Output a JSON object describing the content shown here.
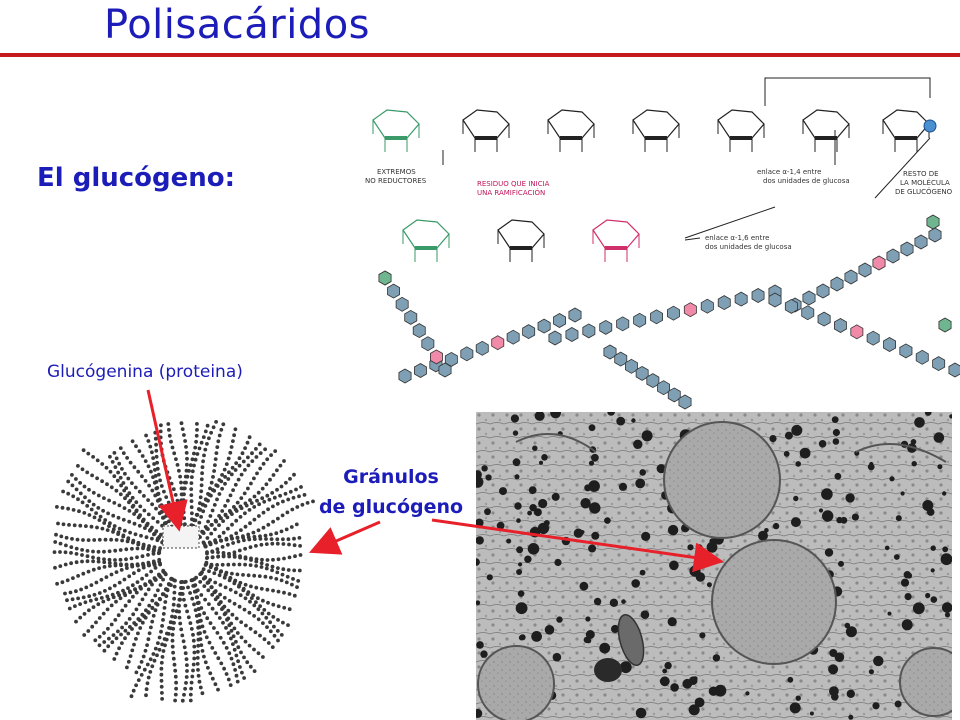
{
  "slide": {
    "title": "Polisacáridos",
    "subtitle": "El glucógeno:"
  },
  "labels": {
    "glucogenina": "Glucógenina (proteina)",
    "granulos_line1": "Gránulos",
    "granulos_line2": "de glucógeno"
  },
  "diagram": {
    "extremos": "EXTREMOS NO REDUCTORES",
    "residuo": "RESIDUO QUE INICIA UNA RAMIFICACIÓN",
    "enlace_14": "enlace α-1,4 entre dos unidades de glucosa",
    "enlace_16": "enlace α-1,6 entre dos unidades de glucosa",
    "resto": "RESTO DE LA MOLÉCULA DE GLUCÓGENO"
  },
  "colors": {
    "title": "#1c1cb8",
    "rule": "#c51a1a",
    "arrow": "#e8202a",
    "hex_blue": "#7fa0b4",
    "hex_pink": "#f08aa8",
    "hex_green": "#6fb58f"
  }
}
